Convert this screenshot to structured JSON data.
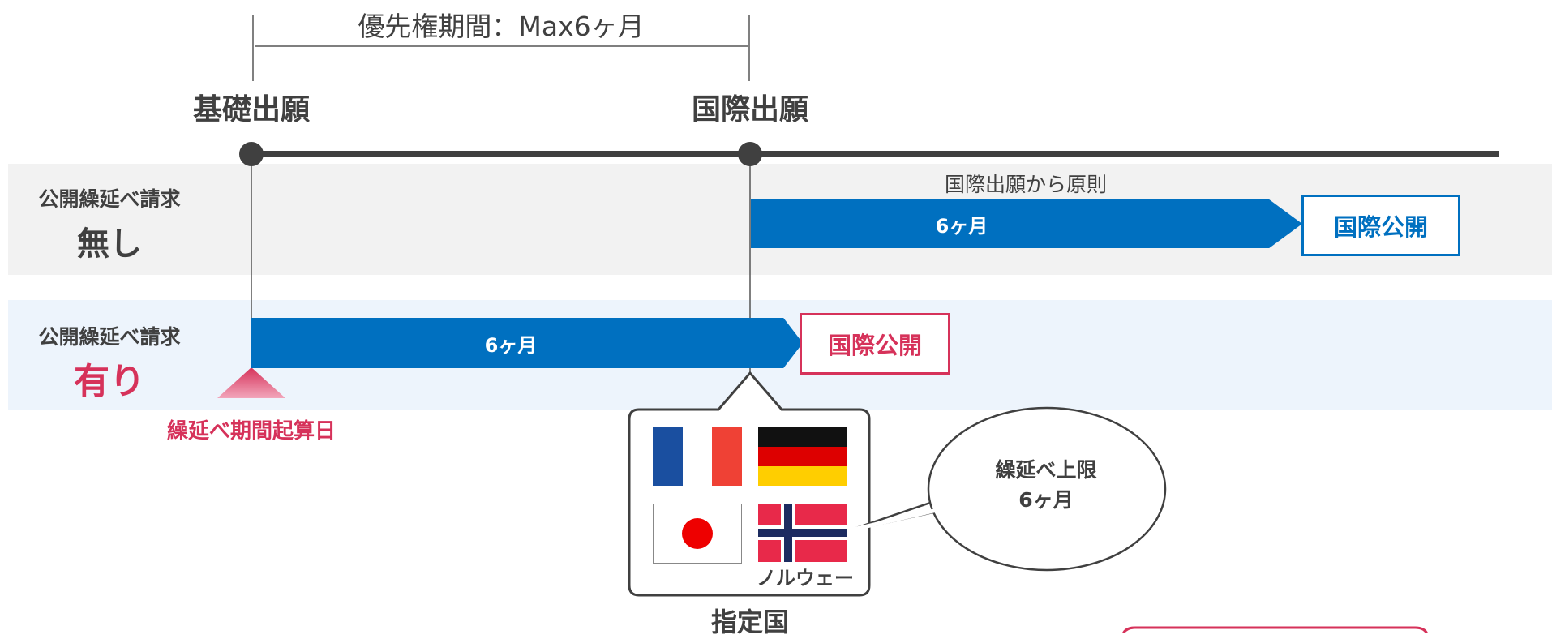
{
  "priority_period": {
    "label": "優先権期間：Max6ヶ月"
  },
  "milestones": {
    "basic_filing": "基礎出願",
    "international_filing": "国際出願"
  },
  "row_no_request": {
    "title": "公開繰延べ請求",
    "status": "無し",
    "note": "国際出願から原則",
    "duration": "6ヶ月",
    "result": "国際公開"
  },
  "row_with_request": {
    "title": "公開繰延べ請求",
    "status": "有り",
    "duration": "6ヶ月",
    "result": "国際公開",
    "start_marker": "繰延べ期間起算日"
  },
  "designated": {
    "label": "指定国",
    "flags": [
      "flag-france-icon",
      "flag-germany-icon",
      "flag-japan-icon",
      "flag-norway-icon"
    ],
    "norway_label": "ノルウェー"
  },
  "bubble": {
    "line1": "繰延べ上限",
    "line2": "6ヶ月"
  },
  "colors": {
    "blue": "#0070c0",
    "red": "#d6325a",
    "gray": "#404040"
  }
}
